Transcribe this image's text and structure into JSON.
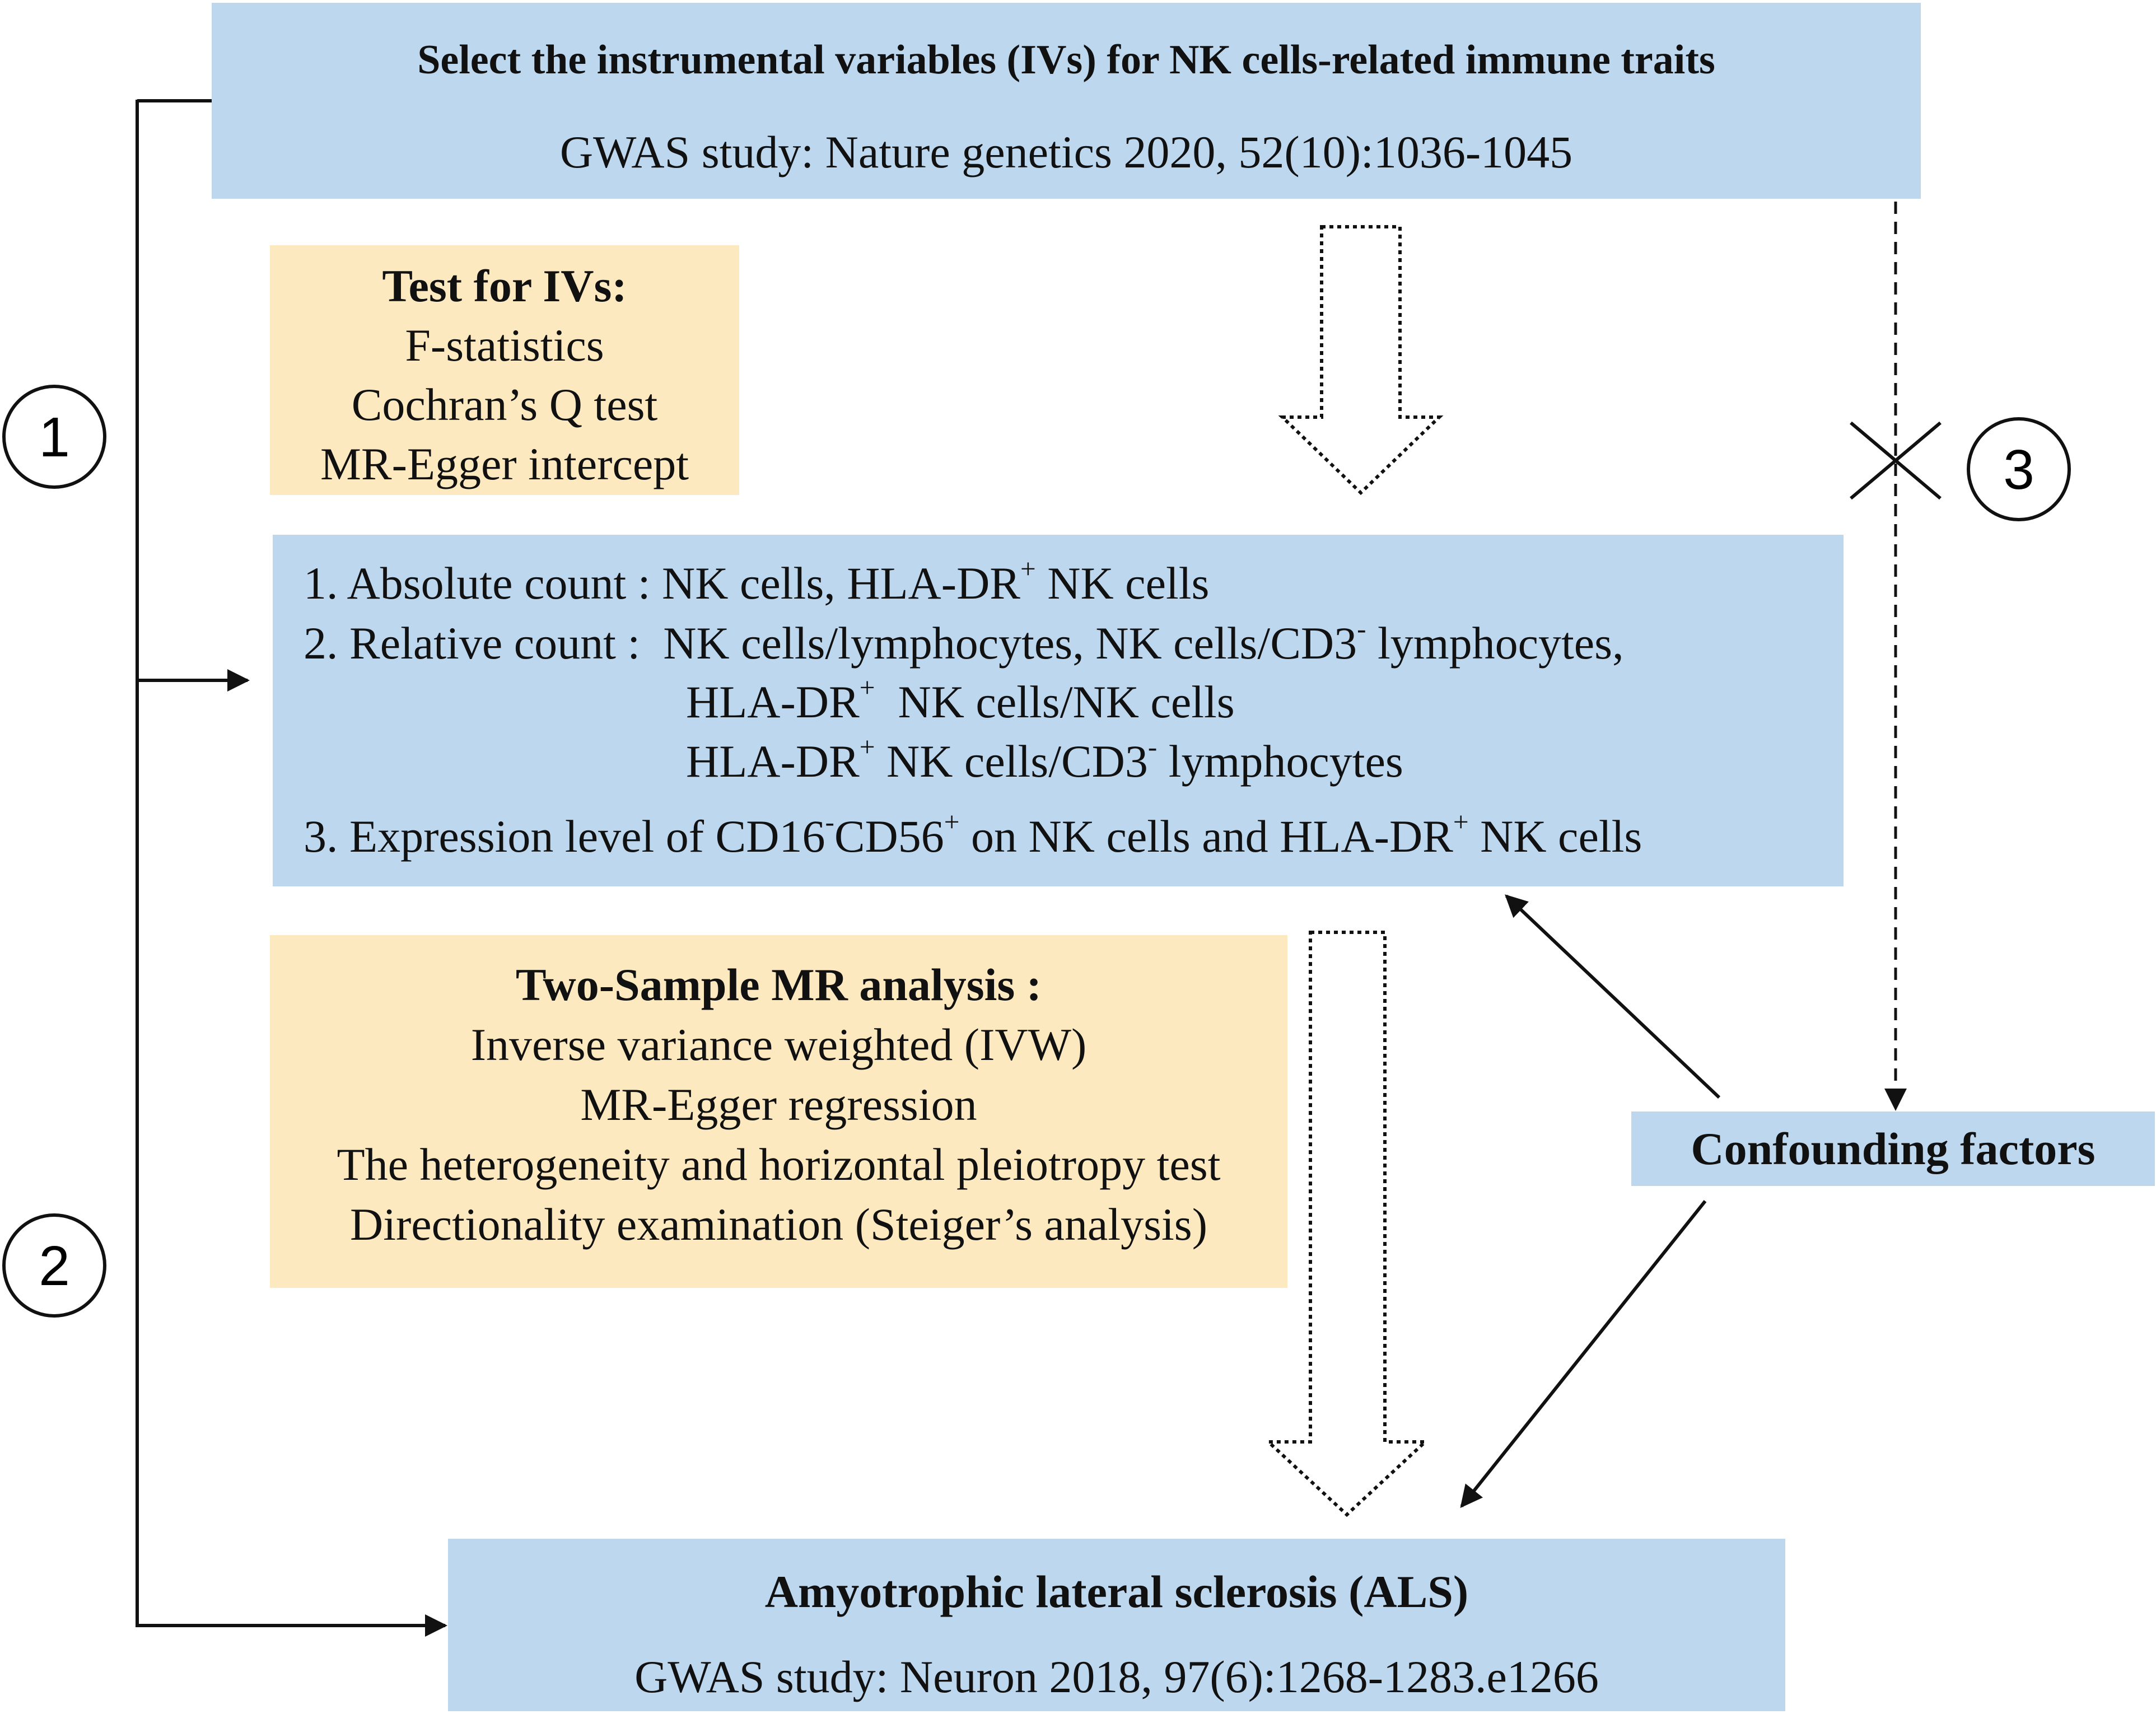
{
  "top_box": {
    "title": "Select the instrumental variables (IVs) for NK cells-related immune traits",
    "source": "GWAS study: Nature genetics 2020, 52(10):1036-1045"
  },
  "iv_tests": {
    "heading": "Test for IVs:",
    "items": [
      "F-statistics",
      "Cochran’s Q test",
      "MR-Egger intercept"
    ]
  },
  "traits": {
    "item1_label": "1. Absolute count :",
    "item1_a": "NK cells, HLA-DR",
    "item1_b": "NK cells",
    "item2_label": "2. Relative count :",
    "item2_a": "NK cells/lymphocytes, NK cells/CD3",
    "item2_b": "lymphocytes,",
    "item2_c": "HLA-DR",
    "item2_d": "NK cells/NK cells",
    "item2_e": "HLA-DR",
    "item2_f": "NK cells/CD3",
    "item2_g": "lymphocytes",
    "item3_a": "3. Expression level of CD16",
    "item3_b": "CD56",
    "item3_c": "on NK cells and HLA-DR",
    "item3_d": "NK cells",
    "sup_plus": "+",
    "sup_minus": "-"
  },
  "mr_analysis": {
    "heading": "Two-Sample MR analysis :",
    "items": [
      "Inverse variance weighted (IVW)",
      "MR-Egger regression",
      "The heterogeneity and horizontal pleiotropy test",
      "Directionality examination (Steiger’s analysis)"
    ]
  },
  "confounders": {
    "label": "Confounding factors"
  },
  "outcome_box": {
    "title": "Amyotrophic lateral sclerosis (ALS)",
    "source": "GWAS study: Neuron 2018, 97(6):1268-1283.e1266"
  },
  "assumptions": {
    "one": "1",
    "two": "2",
    "three": "3"
  }
}
